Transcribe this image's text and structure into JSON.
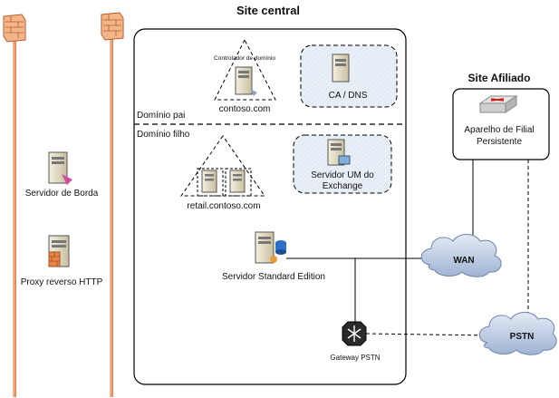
{
  "titles": {
    "central_site": "Site central",
    "branch_site": "Site Afiliado"
  },
  "domains": {
    "parent": "Domínio pai",
    "child": "Domínio filho"
  },
  "nodes": {
    "domain_controller_caption": "Controlador de domínio",
    "parent_domain_name": "contoso.com",
    "ca_dns": "CA / DNS",
    "child_domain_name": "retail.contoso.com",
    "um_server_line1": "Servidor UM do",
    "um_server_line2": "Exchange",
    "standard_server": "Servidor Standard Edition",
    "pstn_gateway": "Gateway PSTN",
    "edge_server": "Servidor de Borda",
    "reverse_proxy": "Proxy reverso HTTP",
    "branch_appliance_line1": "Aparelho de Filial",
    "branch_appliance_line2": "Persistente"
  },
  "clouds": {
    "wan": "WAN",
    "pstn": "PSTN"
  },
  "colors": {
    "firewall_pole": "#f0a070",
    "firewall_brick": "#e8844a",
    "dashed_box_fill": "#e8eef6",
    "cloud_fill": "#c9d6ea",
    "server_body": "#e3dcc6"
  },
  "icons": [
    "firewall-icon",
    "server-icon",
    "gateway-icon",
    "router-icon",
    "cloud-icon"
  ]
}
